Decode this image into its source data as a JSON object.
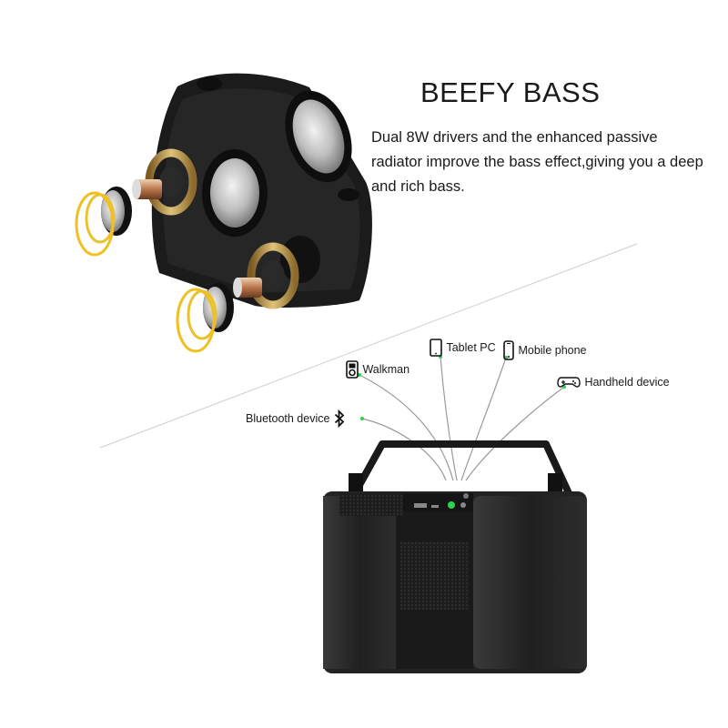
{
  "headline": "BEEFY BASS",
  "description": "Dual 8W drivers and the enhanced passive radiator improve the bass effect,giving you a deep and rich bass.",
  "devices": {
    "walkman": {
      "label": "Walkman",
      "icon": "music-player-icon"
    },
    "tablet": {
      "label": "Tablet PC",
      "icon": "tablet-icon"
    },
    "mobile": {
      "label": "Mobile phone",
      "icon": "mobile-phone-icon"
    },
    "handheld": {
      "label": "Handheld device",
      "icon": "gamepad-icon"
    },
    "bluetooth": {
      "label": "Bluetooth device",
      "icon": "bluetooth-icon"
    }
  },
  "colors": {
    "speaker_body": "#1d1d1d",
    "driver_gold": "#c9a45a",
    "connection_line": "#9a9a9a",
    "led_green": "#2fd24a"
  }
}
